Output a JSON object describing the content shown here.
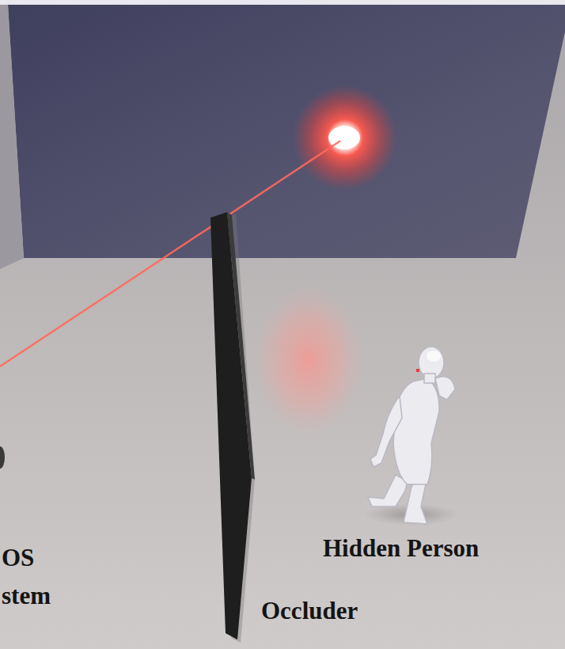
{
  "diagram": {
    "labels": [
      "OS",
      "stem",
      "Hidden Person",
      "Occluder"
    ]
  }
}
